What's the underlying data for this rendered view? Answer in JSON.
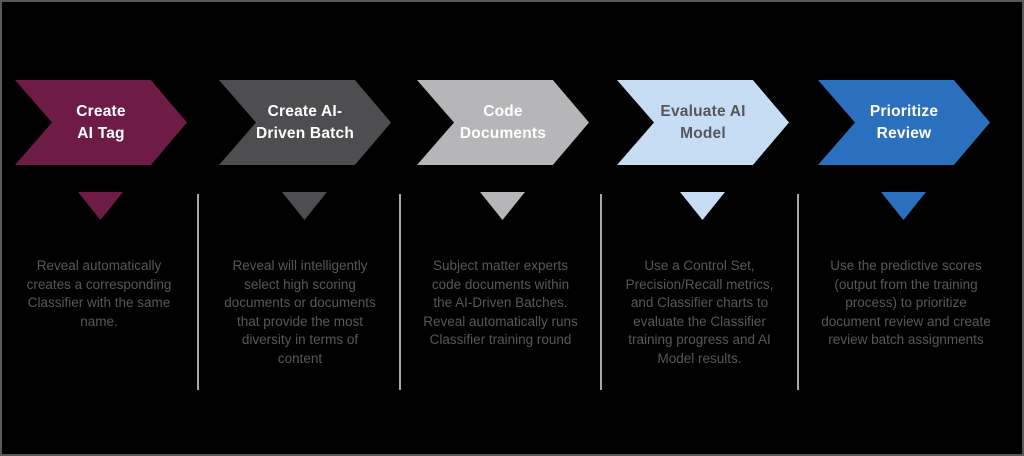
{
  "diagram": {
    "title": "AI classifier workflow process",
    "background_color": "#000000",
    "frame_border_color": "#59595B",
    "divider_color": "#A8A8AA"
  },
  "steps": [
    {
      "id": "create-ai-tag",
      "label": "Create\nAI Tag",
      "chevron_color": "#6E1C45",
      "label_color": "#FFFFFF",
      "description": "Reveal automatically\ncreates a corresponding\nClassifier with the same\nname."
    },
    {
      "id": "create-ai-driven-batch",
      "label": "Create AI-\nDriven Batch",
      "chevron_color": "#4E4E50",
      "label_color": "#FFFFFF",
      "description": "Reveal will intelligently\nselect high scoring\ndocuments or documents\nthat provide the most\ndiversity in terms of\ncontent"
    },
    {
      "id": "code-documents",
      "label": "Code\nDocuments",
      "chevron_color": "#B6B6B8",
      "label_color": "#FFFFFF",
      "description": "Subject matter experts\ncode documents within\nthe AI-Driven Batches.\nReveal automatically runs\nClassifier training round"
    },
    {
      "id": "evaluate-ai-model",
      "label": "Evaluate AI\nModel",
      "chevron_color": "#C7DDF3",
      "label_color": "#55575A",
      "description": "Use a Control Set,\nPrecision/Recall metrics,\nand Classifier charts to\nevaluate the Classifier\ntraining progress and AI\nModel results."
    },
    {
      "id": "prioritize-review",
      "label": "Prioritize\nReview",
      "chevron_color": "#2B70BE",
      "label_color": "#FFFFFF",
      "description": "Use the predictive scores\n(output from the training\nprocess) to prioritize\ndocument review and create\nreview batch assignments"
    }
  ]
}
